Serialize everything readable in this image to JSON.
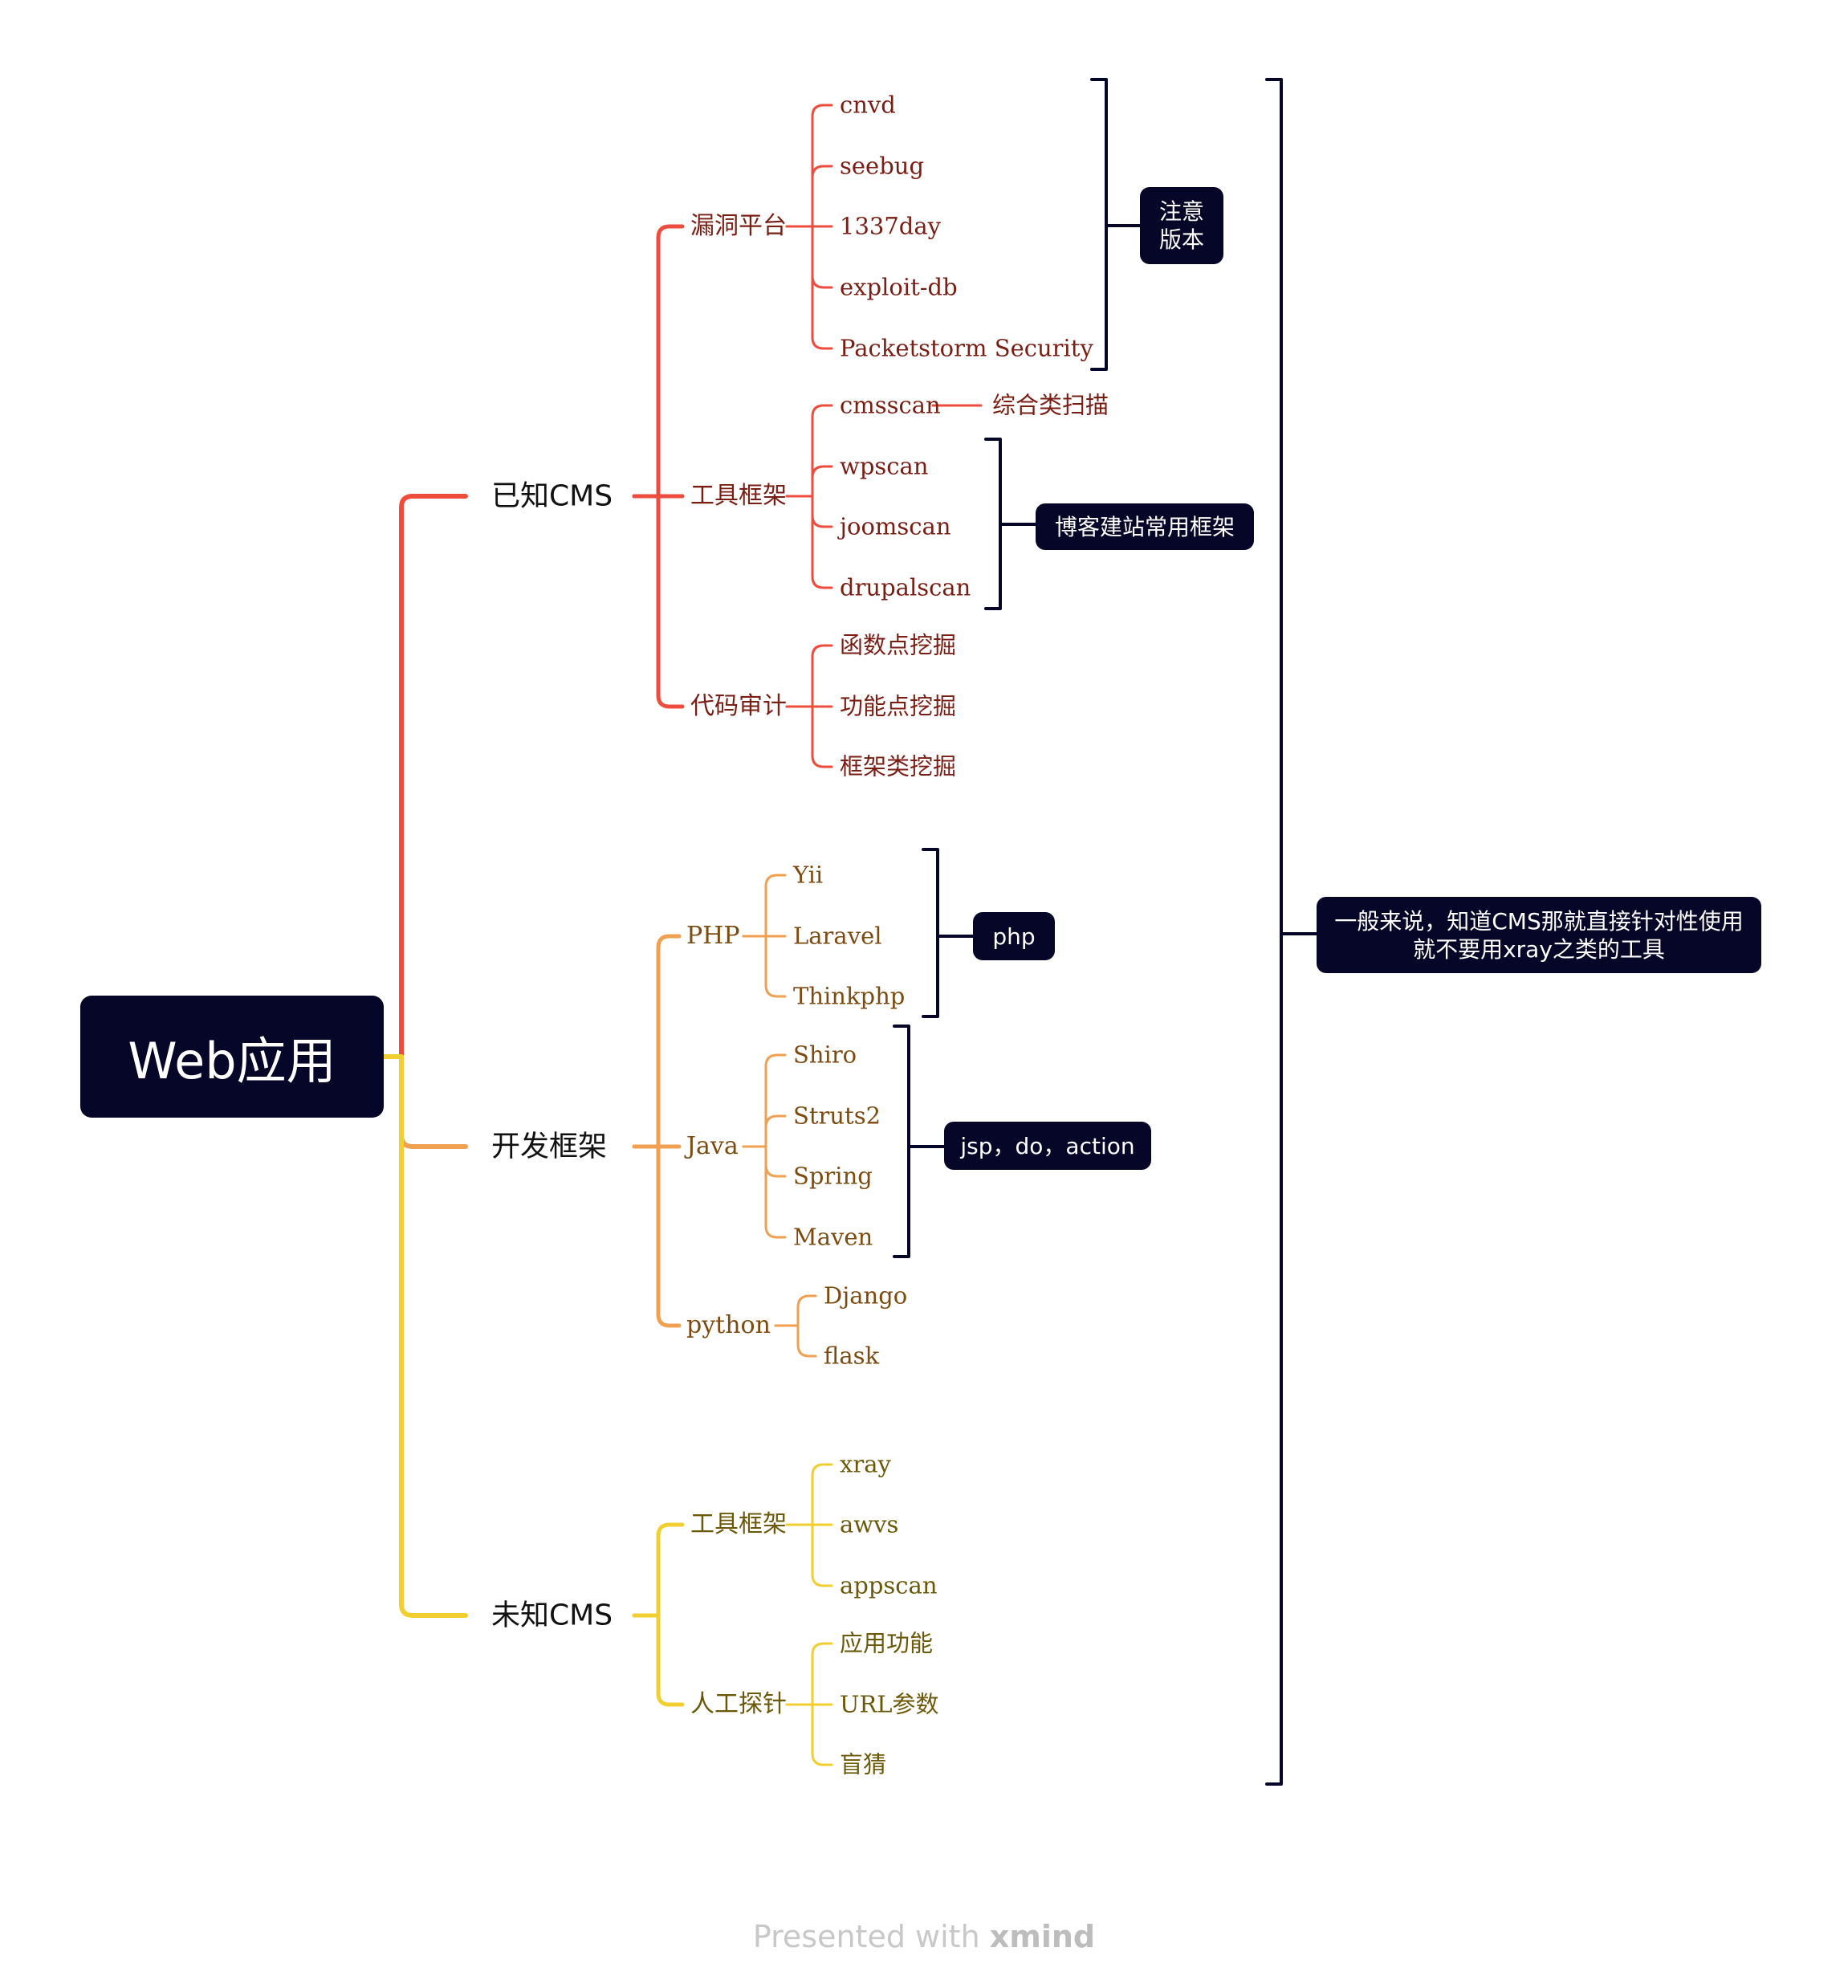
{
  "root": {
    "label": "Web应用"
  },
  "colors": {
    "red": "#EE4C3C",
    "orange": "#F0A050",
    "yellow": "#F2CF30",
    "navy": "#050628",
    "text_red": "#7A1E14",
    "text_orange": "#7D4A10",
    "text_yellow": "#6B5808"
  },
  "branches": [
    {
      "label": "已知CMS",
      "children": [
        {
          "label": "漏洞平台",
          "children": [
            "cnvd",
            "seebug",
            "1337day",
            "exploit-db",
            "Packetstorm Security"
          ]
        },
        {
          "label": "工具框架",
          "children": [
            "cmsscan",
            "wpscan",
            "joomscan",
            "drupalscan"
          ],
          "extra": "综合类扫描"
        },
        {
          "label": "代码审计",
          "children": [
            "函数点挖掘",
            "功能点挖掘",
            "框架类挖掘"
          ]
        }
      ]
    },
    {
      "label": "开发框架",
      "children": [
        {
          "label": "PHP",
          "children": [
            "Yii",
            "Laravel",
            "Thinkphp"
          ]
        },
        {
          "label": "Java",
          "children": [
            "Shiro",
            "Struts2",
            "Spring",
            "Maven"
          ]
        },
        {
          "label": "python",
          "children": [
            "Django",
            "flask"
          ]
        }
      ]
    },
    {
      "label": "未知CMS",
      "children": [
        {
          "label": "工具框架",
          "children": [
            "xray",
            "awvs",
            "appscan"
          ]
        },
        {
          "label": "人工探针",
          "children": [
            "应用功能",
            "URL参数",
            "盲猜"
          ]
        }
      ]
    }
  ],
  "notes": {
    "version": "注意\n版本",
    "blog": "博客建站常用框架",
    "php": "php",
    "java": "jsp，do，action",
    "summary": "一般来说，知道CMS那就直接针对性使用\n就不要用xray之类的工具"
  },
  "watermark": {
    "prefix": "Presented with ",
    "brand": "xmind"
  }
}
